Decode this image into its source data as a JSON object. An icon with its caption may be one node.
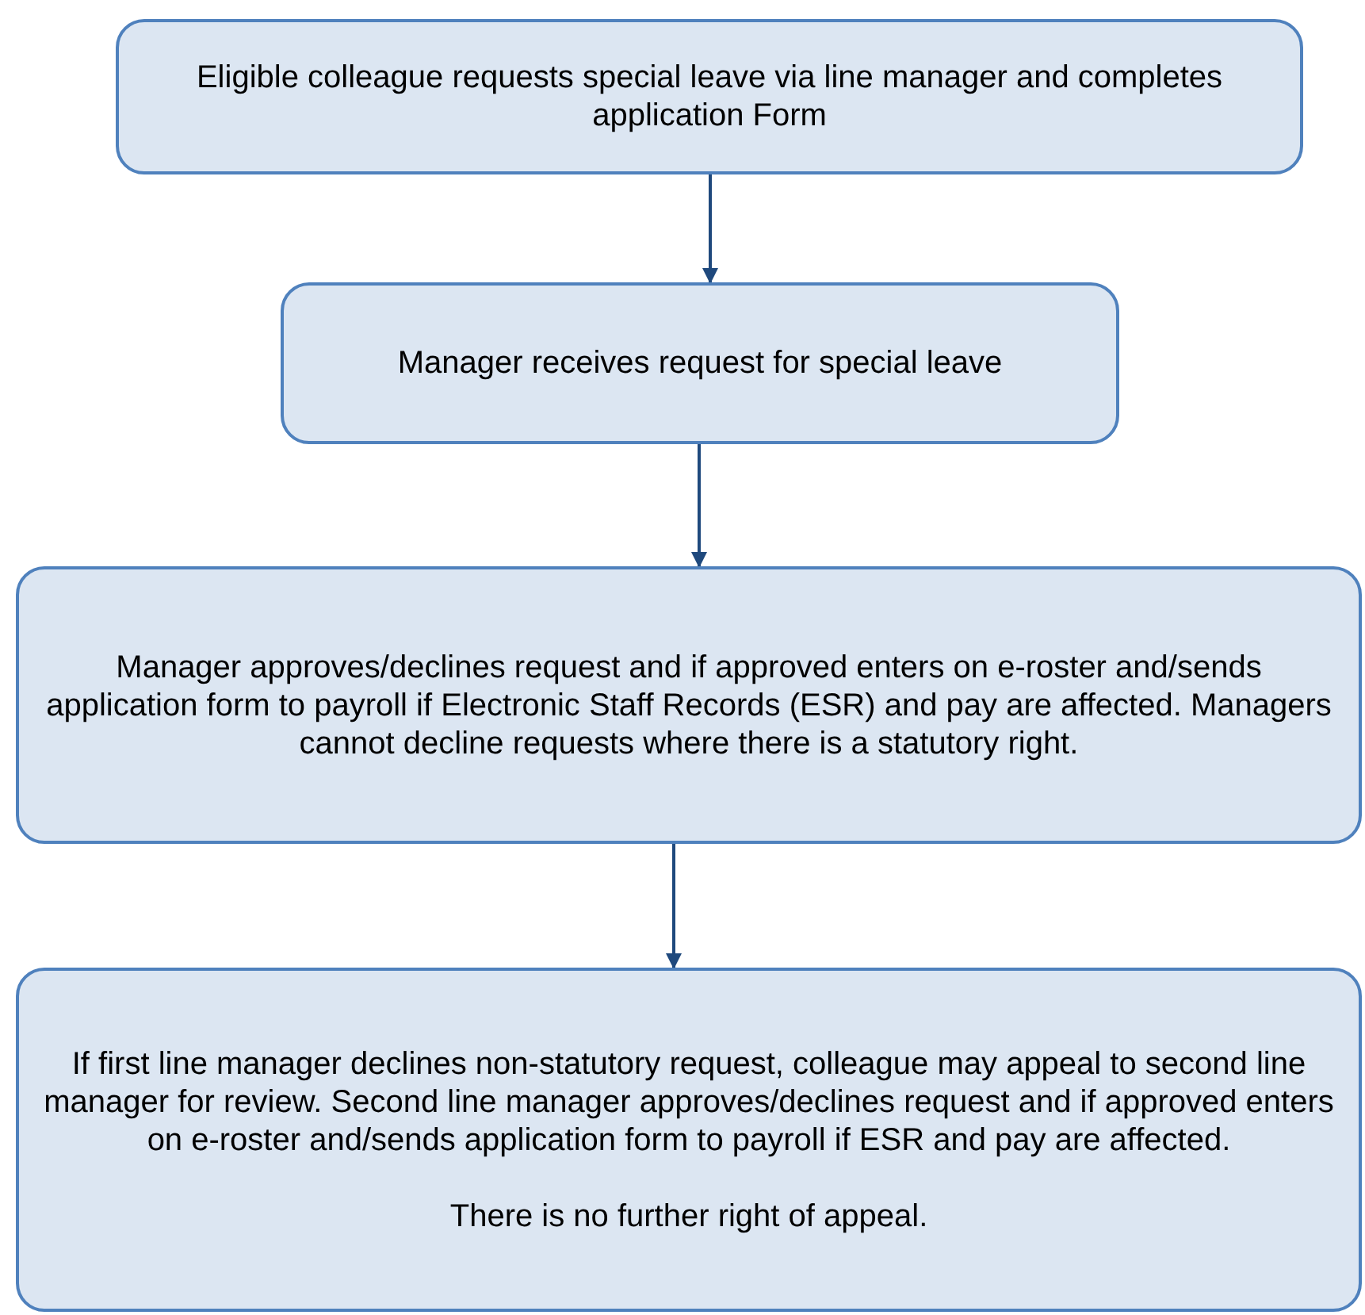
{
  "diagram": {
    "nodes": [
      {
        "text": [
          "Eligible colleague requests special leave via line manager and completes application Form"
        ]
      },
      {
        "text": [
          "Manager receives request for special leave"
        ]
      },
      {
        "text": [
          "Manager approves/declines request and if approved enters on e-roster and/sends application form to payroll if Electronic Staff Records (ESR) and pay are affected. Managers cannot decline requests where there is a statutory right."
        ]
      },
      {
        "text": [
          "If first line manager declines non-statutory request, colleague may appeal to second line manager for review.  Second line manager approves/declines request and if approved enters on e-roster and/sends application form to payroll if ESR and pay are affected.",
          "There is no further right of appeal."
        ]
      }
    ],
    "edges": [
      {
        "from": 0,
        "to": 1,
        "arrow": "to"
      },
      {
        "from": 1,
        "to": 2,
        "arrow": "to"
      },
      {
        "from": 2,
        "to": 3,
        "arrow": "to"
      }
    ]
  }
}
